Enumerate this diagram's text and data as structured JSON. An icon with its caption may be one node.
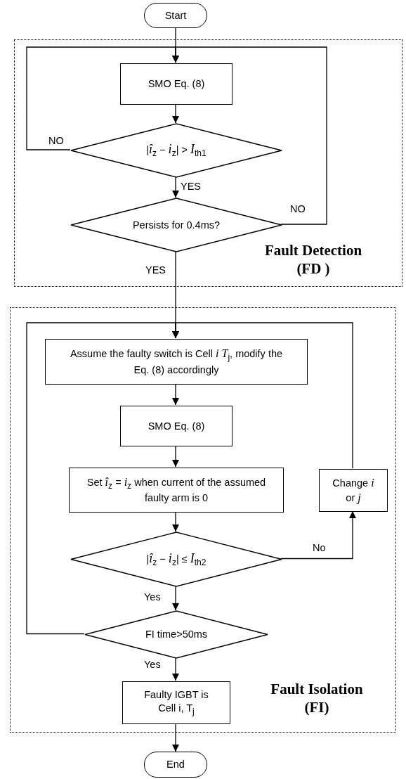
{
  "diagram": {
    "nodes": [
      {
        "text": [
          "Start"
        ]
      },
      {
        "text": [
          "Fault Detection (FD )"
        ]
      },
      {
        "text": [
          "SMO Eq. (8)"
        ],
        "in": 1
      },
      {
        "text": [
          "|*î*$_{z}$ − *i*$_{z}$| > *I*$_{th1}$"
        ],
        "in": 1
      },
      {
        "text": [
          "Persists for 0.4ms?"
        ],
        "in": 1
      },
      {
        "text": [
          "Fault Isolation (FI)"
        ]
      },
      {
        "text": [
          "Assume the faulty switch is Cell *i* *T*$_{j}$, modify the Eq. (8) accordingly"
        ],
        "in": 5
      },
      {
        "text": [
          "SMO Eq. (8)"
        ],
        "in": 5
      },
      {
        "text": [
          "Set *î*$_{z}$ = *i*$_{z}$ when current of the assumed faulty arm is 0"
        ],
        "in": 5
      },
      {
        "text": [
          "Change *i* or *j*"
        ],
        "in": 5
      },
      {
        "text": [
          "|*î*$_{z}$ − *i*$_{z}$| ≤ *I*$_{th2}$"
        ],
        "in": 5
      },
      {
        "text": [
          "FI time>50ms"
        ],
        "in": 5
      },
      {
        "text": [
          "Faulty IGBT is Cell i, T$_{j}$"
        ],
        "in": 5
      },
      {
        "text": [
          "End"
        ]
      }
    ],
    "edges": [
      {
        "from": 0,
        "to": 2,
        "arrow": "to"
      },
      {
        "from": 2,
        "to": 3,
        "arrow": "to"
      },
      {
        "from": 3,
        "to": 2,
        "arrow": "to",
        "label": "NO"
      },
      {
        "from": 3,
        "to": 4,
        "arrow": "to",
        "label": "YES"
      },
      {
        "from": 4,
        "to": 2,
        "arrow": "to",
        "label": "NO"
      },
      {
        "from": 4,
        "to": 6,
        "arrow": "to",
        "label": "YES"
      },
      {
        "from": 6,
        "to": 7,
        "arrow": "to"
      },
      {
        "from": 7,
        "to": 8,
        "arrow": "to"
      },
      {
        "from": 8,
        "to": 10,
        "arrow": "to"
      },
      {
        "from": 10,
        "to": 9,
        "arrow": "to",
        "label": "No"
      },
      {
        "from": 9,
        "to": 6,
        "arrow": "to"
      },
      {
        "from": 10,
        "to": 11,
        "arrow": "to",
        "label": "Yes"
      },
      {
        "from": 11,
        "to": 6,
        "arrow": "to"
      },
      {
        "from": 11,
        "to": 12,
        "arrow": "to",
        "label": "Yes"
      },
      {
        "from": 12,
        "to": 13,
        "arrow": "to"
      }
    ]
  }
}
